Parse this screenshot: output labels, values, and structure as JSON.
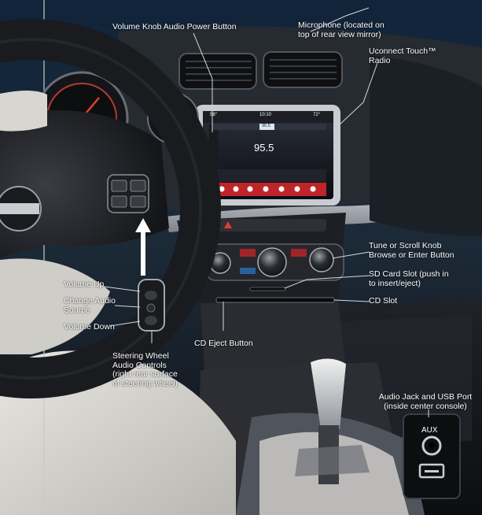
{
  "callouts": {
    "volume_knob": "Volume Knob Audio Power Button",
    "microphone": [
      "Microphone (located on",
      "top of rear view mirror)"
    ],
    "uconnect": [
      "Uconnect Touch™",
      "Radio"
    ],
    "tune_knob": [
      "Tune or Scroll Knob",
      "Browse or Enter Button"
    ],
    "sd_card": [
      "SD Card Slot (push in",
      "to insert/eject)"
    ],
    "cd_slot": "CD Slot",
    "cd_eject": "CD Eject Button",
    "volume_up": "Volume Up",
    "change_source": [
      "Change Audio",
      "Source"
    ],
    "volume_down": "Volume Down",
    "steering_controls": [
      "Steering Wheel",
      "Audio Controls",
      "(right rear surface",
      "of steering wheel)"
    ],
    "audio_jack": [
      "Audio Jack and USB Port",
      "(inside center console)"
    ]
  },
  "radio_screen": {
    "frequency": "95.5",
    "temp_left": "58°",
    "clock": "10:10",
    "temp_right": "72°",
    "preset_highlight": "95.5"
  },
  "console_port": {
    "aux_label": "AUX"
  },
  "colors": {
    "label_text": "#ffffff",
    "leader_line": "#d8d8d8",
    "screen_red": "#c0242b",
    "highlight": "#d9e6f2"
  }
}
